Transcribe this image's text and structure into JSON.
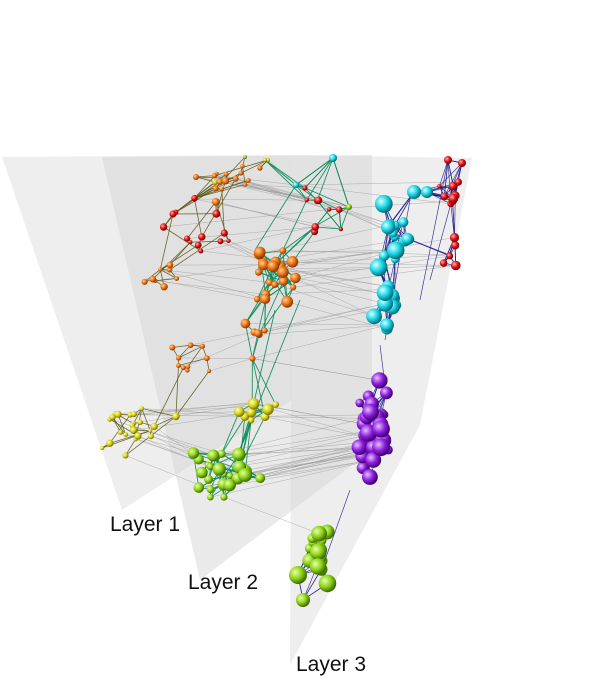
{
  "layers": [
    {
      "label": "Layer 1",
      "edge_color": "#5f5a1a"
    },
    {
      "label": "Layer 2",
      "edge_color": "#0a8a57"
    },
    {
      "label": "Layer 3",
      "edge_color": "#1c1c8c"
    }
  ],
  "plane_color": "#d9d9d9",
  "interlayer_edge_color": "#9a9a9a",
  "node_colors": {
    "red": "#e01010",
    "orange": "#ee7411",
    "yellow": "#d6d21a",
    "lime": "#8fd315",
    "cyan": "#19d6e6",
    "purple": "#8d1fe0"
  }
}
